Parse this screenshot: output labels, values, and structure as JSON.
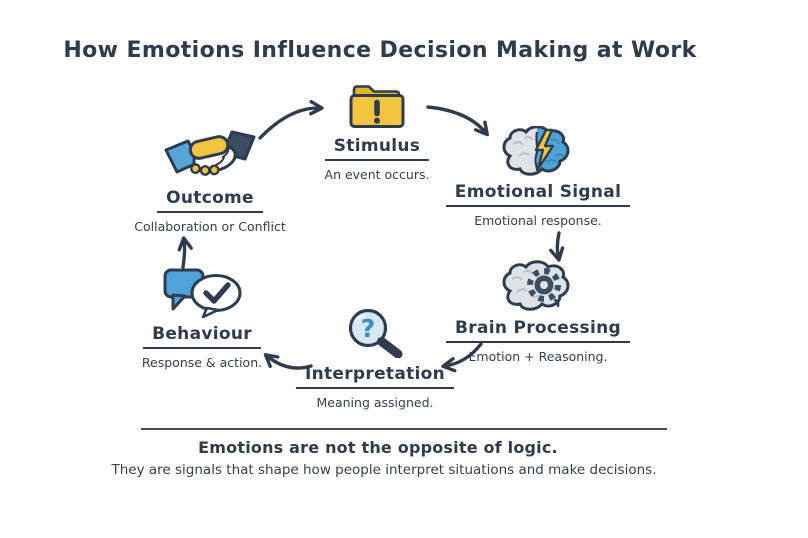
{
  "title": "How Emotions Influence Decision Making at Work",
  "nodes": [
    {
      "label": "Stimulus",
      "subtitle": "An event occurs.",
      "icon": "folder-alert-icon"
    },
    {
      "label": "Emotional Signal",
      "subtitle": "Emotional response.",
      "icon": "brain-lightning-icon"
    },
    {
      "label": "Brain Processing",
      "subtitle": "Emotion + Reasoning.",
      "icon": "brain-gear-icon"
    },
    {
      "label": "Interpretation",
      "subtitle": "Meaning assigned.",
      "icon": "magnifier-question-icon"
    },
    {
      "label": "Behaviour",
      "subtitle": "Response & action.",
      "icon": "speech-bubbles-check-icon"
    },
    {
      "label": "Outcome",
      "subtitle": "Collaboration or Conflict",
      "icon": "handshake-icon"
    }
  ],
  "flow_order": [
    "Stimulus",
    "Emotional Signal",
    "Brain Processing",
    "Interpretation",
    "Behaviour",
    "Outcome"
  ],
  "icons": {
    "question_glyph": "?"
  },
  "footer": {
    "line1": "Emotions are not the opposite of logic.",
    "line2": "They are signals that shape how people interpret situations and make decisions."
  },
  "colors": {
    "ink": "#2e3c4d",
    "gold": "#f2c53e",
    "gold_dark": "#e4b22e",
    "blue": "#4fa3d8",
    "light_blue": "#d7e9f5",
    "gray_brain": "#dfe3e8",
    "navy_gear": "#3d4f63",
    "background": "#ffffff"
  }
}
